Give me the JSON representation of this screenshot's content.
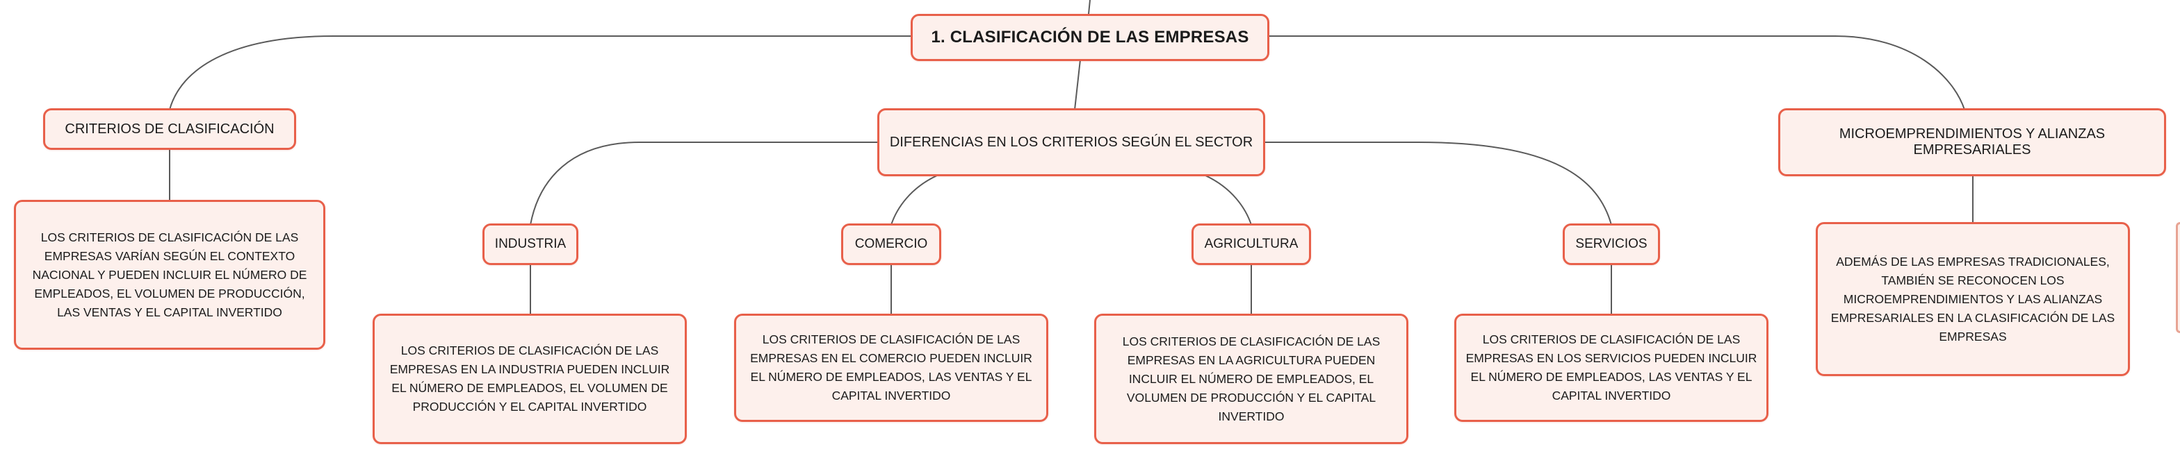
{
  "colors": {
    "node_border": "#e8604a",
    "node_fill": "#fdf0ec",
    "connector": "#5a5a5a",
    "text": "#1b1b1b"
  },
  "root": {
    "title": "1. CLASIFICACIÓN DE LAS EMPRESAS"
  },
  "criterios": {
    "title": "CRITERIOS DE CLASIFICACIÓN",
    "description": "LOS CRITERIOS DE CLASIFICACIÓN DE LAS EMPRESAS VARÍAN SEGÚN EL CONTEXTO NACIONAL Y PUEDEN INCLUIR EL NÚMERO DE EMPLEADOS, EL VOLUMEN DE PRODUCCIÓN, LAS VENTAS Y EL CAPITAL INVERTIDO"
  },
  "diferencias": {
    "title": "DIFERENCIAS EN LOS CRITERIOS SEGÚN EL SECTOR",
    "sectors": [
      {
        "label": "INDUSTRIA",
        "description": "LOS CRITERIOS DE CLASIFICACIÓN DE LAS EMPRESAS EN LA INDUSTRIA PUEDEN INCLUIR EL NÚMERO DE EMPLEADOS, EL VOLUMEN DE PRODUCCIÓN Y EL CAPITAL INVERTIDO"
      },
      {
        "label": "COMERCIO",
        "description": "LOS CRITERIOS DE CLASIFICACIÓN DE LAS EMPRESAS EN EL COMERCIO PUEDEN INCLUIR EL NÚMERO DE EMPLEADOS, LAS VENTAS Y EL CAPITAL INVERTIDO"
      },
      {
        "label": "AGRICULTURA",
        "description": "LOS CRITERIOS DE CLASIFICACIÓN DE LAS EMPRESAS EN LA AGRICULTURA PUEDEN INCLUIR EL NÚMERO DE EMPLEADOS, EL VOLUMEN DE PRODUCCIÓN Y EL CAPITAL INVERTIDO"
      },
      {
        "label": "SERVICIOS",
        "description": "LOS CRITERIOS DE CLASIFICACIÓN DE LAS EMPRESAS EN LOS SERVICIOS PUEDEN INCLUIR EL NÚMERO DE EMPLEADOS, LAS VENTAS Y EL CAPITAL INVERTIDO"
      }
    ]
  },
  "micro": {
    "title": "MICROEMPRENDIMIENTOS Y ALIANZAS EMPRESARIALES",
    "description": "ADEMÁS DE LAS EMPRESAS TRADICIONALES, TAMBIÉN SE RECONOCEN LOS MICROEMPRENDIMIENTOS Y LAS ALIANZAS EMPRESARIALES EN LA CLASIFICACIÓN DE LAS EMPRESAS"
  }
}
